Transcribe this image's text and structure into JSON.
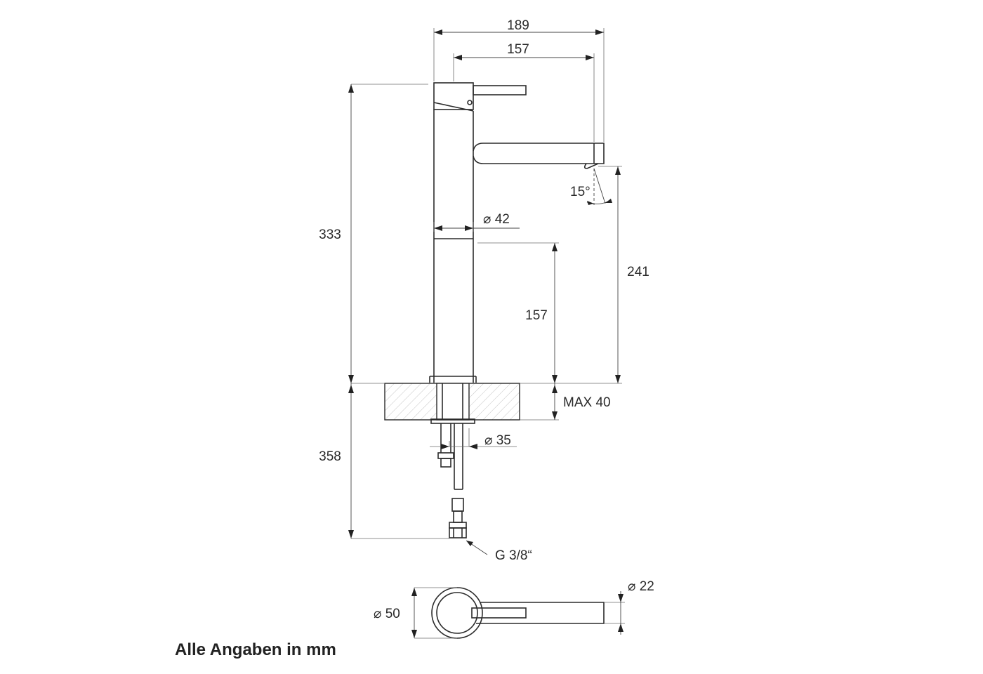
{
  "drawing": {
    "dimensions": {
      "overall_width": "189",
      "spout_reach": "157",
      "total_height": "333",
      "body_diameter": "⌀ 42",
      "lower_body_height": "157",
      "spout_height": "241",
      "spout_angle": "15°",
      "max_counter_thickness": "MAX 40",
      "shank_diameter": "⌀ 35",
      "below_counter_length": "358",
      "connection_thread": "G 3/8“",
      "base_diameter": "⌀ 50",
      "handle_diameter": "⌀ 22"
    },
    "note": "Alle Angaben in mm"
  }
}
